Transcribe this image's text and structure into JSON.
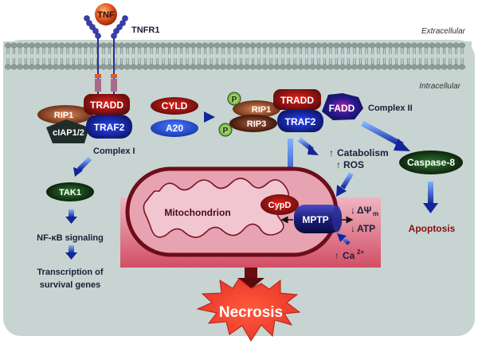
{
  "regions": {
    "extracellular": "Extracellular",
    "intracellular": "Intracellular"
  },
  "ligand": {
    "tnf": "TNF",
    "receptor": "TNFR1"
  },
  "complex_i": {
    "label": "Complex I",
    "tradd": "TRADD",
    "traf2": "TRAF2",
    "rip1": "RIP1",
    "ciap": "cIAP1/2"
  },
  "deubiquitinases": {
    "cyld": "CYLD",
    "a20": "A20"
  },
  "complex_ii": {
    "label": "Complex II",
    "tradd": "TRADD",
    "traf2": "TRAF2",
    "rip1": "RIP1",
    "rip3": "RIP3",
    "fadd": "FADD",
    "phospho": "P"
  },
  "survival_path": {
    "tak1": "TAK1",
    "nfkb": "NF-κB signaling",
    "transcription_line1": "Transcription of",
    "transcription_line2": "survival genes"
  },
  "metabolic": {
    "catabolism": "Catabolism",
    "ros": "ROS"
  },
  "mitochondrion": {
    "label": "Mitochondrion",
    "cypd": "CypD",
    "mptp": "MPTP",
    "delta_psi": "ΔΨ",
    "delta_psi_sub": "m",
    "atp": "ATP",
    "calcium": "Ca",
    "calcium_sup": "2+"
  },
  "apoptosis_path": {
    "caspase8": "Caspase-8",
    "apoptosis": "Apoptosis"
  },
  "outcome": {
    "necrosis": "Necrosis"
  },
  "colors": {
    "cell_bg": "#c9d6d3",
    "membrane": "#8c9c97",
    "arrow_blue": "#1f3fb0",
    "dark_red": "#8b0d12",
    "mito_pink": "#d9869b",
    "necrosis_red": "#e8342a",
    "apoptosis_text": "#8b0d12"
  }
}
